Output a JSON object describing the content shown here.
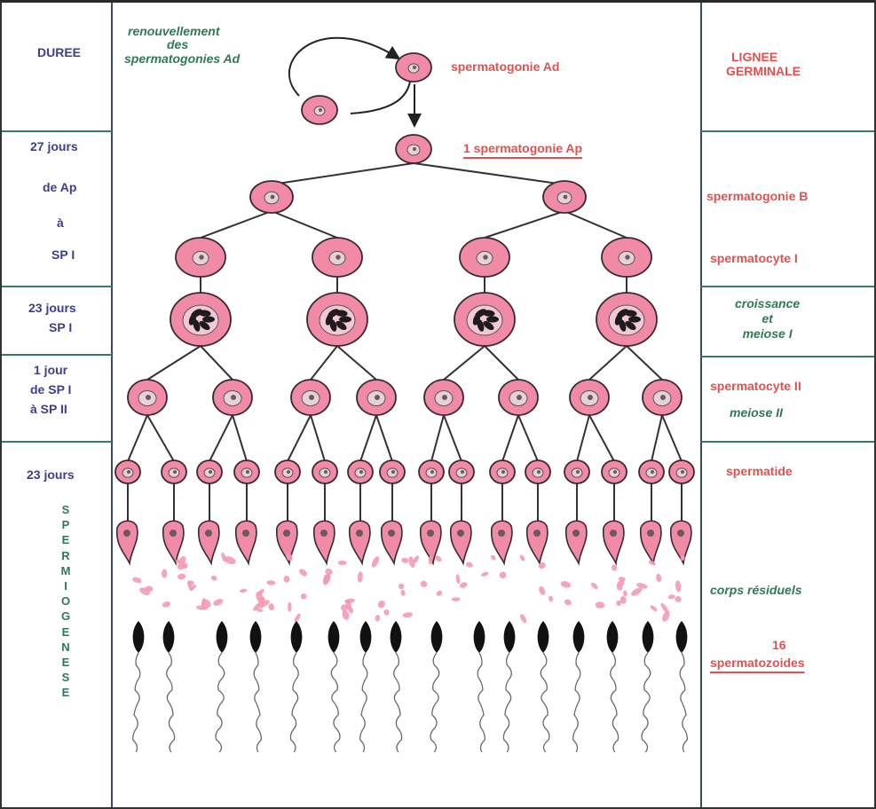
{
  "headers": {
    "left": "DUREE",
    "right_line1": "LIGNEE",
    "right_line2": "GERMINALE"
  },
  "durations": {
    "d1_line1": "27 jours",
    "d1_line2": "de Ap",
    "d1_line3": "à",
    "d1_line4": "SP I",
    "d2_line1": "23 jours",
    "d2_line2": "SP I",
    "d3_line1": "1 jour",
    "d3_line2": "de SP I",
    "d3_line3": "à SP II",
    "d4_line1": "23 jours",
    "spermiogenese_letters": [
      "S",
      "P",
      "E",
      "R",
      "M",
      "I",
      "O",
      "G",
      "E",
      "N",
      "E",
      "S",
      "E"
    ]
  },
  "renewal": {
    "line1": "renouvellement",
    "line2": "des",
    "line3": "spermatogonies Ad"
  },
  "stages": {
    "ad": "spermatogonie Ad",
    "ap": "1 spermatogonie Ap",
    "b": "spermatogonie B",
    "spI": "spermatocyte I",
    "growth_line1": "croissance",
    "growth_line2": "et",
    "growth_line3": "meiose I",
    "spII": "spermatocyte II",
    "meiosis2": "meiose II",
    "spermatid": "spermatide",
    "residual": "corps résiduels",
    "sperm_count": "16",
    "sperm_label": "spermatozoides"
  },
  "colors": {
    "cell_fill": "#f08aa6",
    "cell_stroke": "#3a2a30",
    "nucleus": "#e8d0d8",
    "chromatin": "#1f1a1c",
    "label_red": "#e0524f",
    "label_blue": "#3b3f8f",
    "label_green": "#2f7a55"
  }
}
